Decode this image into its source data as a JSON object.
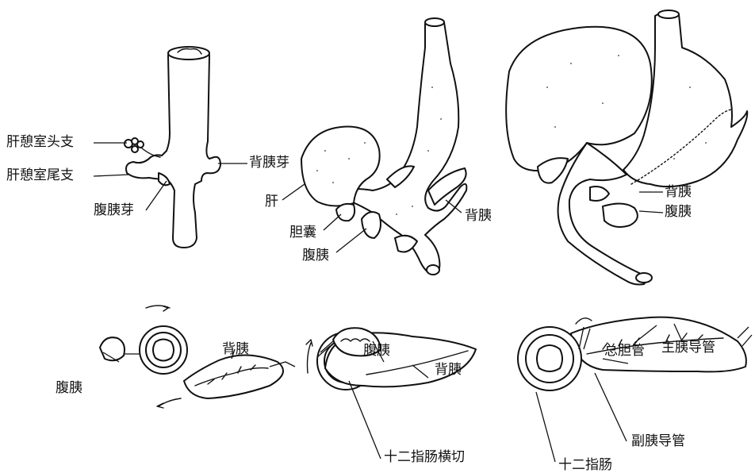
{
  "labels": {
    "p1_head_branch": "肝憩室头支",
    "p1_tail_branch": "肝憩室尾支",
    "p1_ventral_bud": "腹胰芽",
    "p1_dorsal_bud": "背胰芽",
    "p2_liver": "肝",
    "p2_gallbladder": "胆囊",
    "p2_ventral": "腹胰",
    "p2_dorsal": "背胰",
    "p3_dorsal": "背胰",
    "p3_ventral": "腹胰",
    "p4_dorsal": "背胰",
    "p4_ventral": "腹胰",
    "p5_ventral": "腹胰",
    "p5_dorsal": "背胰",
    "p5_duodenum_cross": "十二指肠横切",
    "p6_bile_duct": "总胆管",
    "p6_main_duct": "主胰导管",
    "p6_accessory_duct": "副胰导管",
    "p6_duodenum": "十二指肠"
  }
}
